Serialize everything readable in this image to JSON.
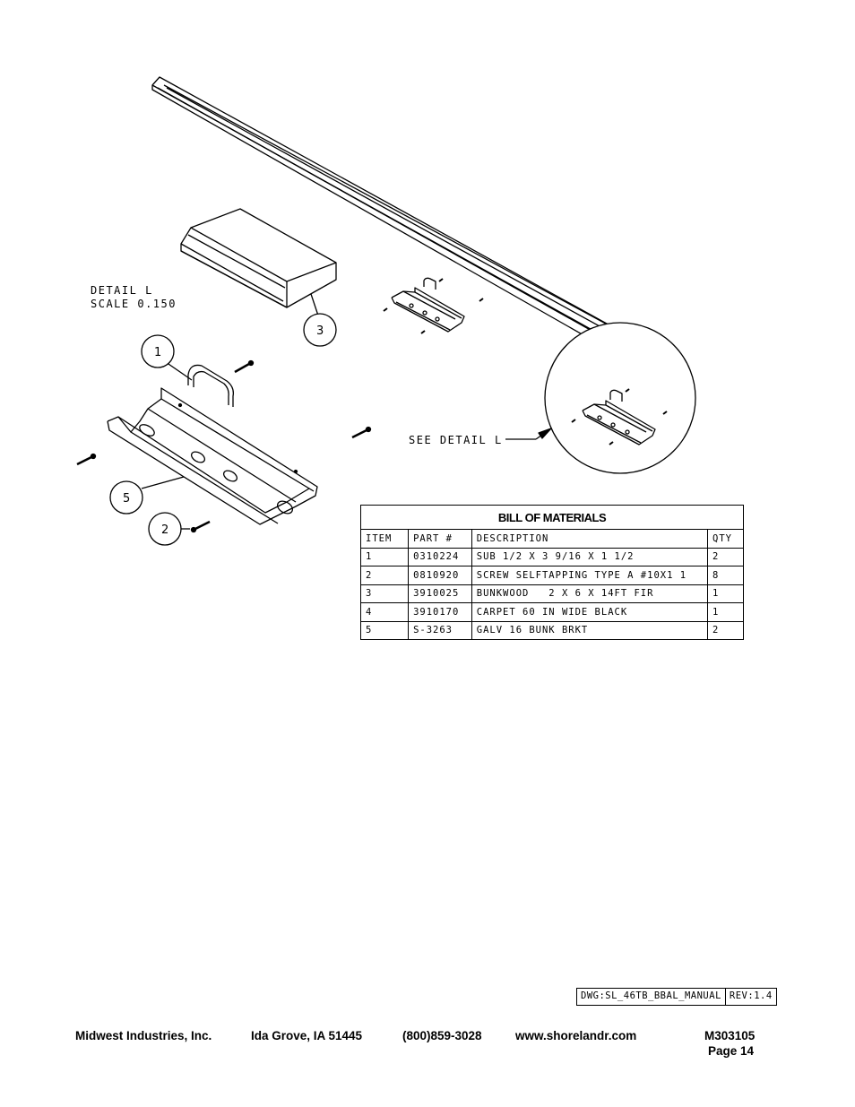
{
  "detail": {
    "label_line1": "DETAIL  L",
    "label_line2": "SCALE  0.150",
    "see_detail": "SEE DETAIL  L"
  },
  "balloons": [
    "1",
    "3",
    "5",
    "2"
  ],
  "bom": {
    "title": "BILL OF MATERIALS",
    "headers": [
      "ITEM",
      "PART #",
      "DESCRIPTION",
      "QTY"
    ],
    "rows": [
      [
        "1",
        "0310224",
        "SUB 1/2 X 3 9/16 X 1 1/2",
        "2"
      ],
      [
        "2",
        "0810920",
        "SCREW SELFTAPPING TYPE A #10X1 1",
        "8"
      ],
      [
        "3",
        "3910025",
        "BUNKWOOD   2 X 6 X 14FT FIR",
        "1"
      ],
      [
        "4",
        "3910170",
        "CARPET 60 IN WIDE BLACK",
        "1"
      ],
      [
        "5",
        "S-3263",
        "GALV 16 BUNK BRKT",
        "2"
      ]
    ]
  },
  "drawing_info": {
    "dwg": "DWG:SL_46TB_BBAL_MANUAL",
    "rev": "REV:1.4"
  },
  "footer": {
    "company": "Midwest Industries, Inc.",
    "city": "Ida Grove, IA  51445",
    "phone": "(800)859-3028",
    "website": "www.shorelandr.com",
    "doc_number": "M303105",
    "page": "Page 14"
  }
}
